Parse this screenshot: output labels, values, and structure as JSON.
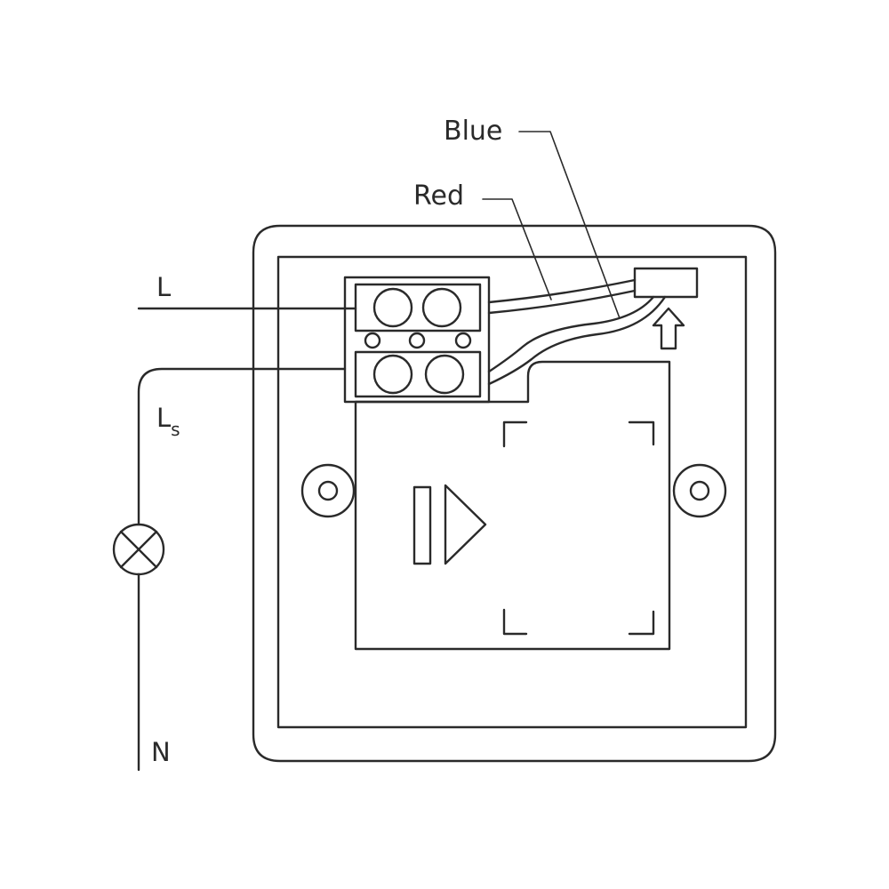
{
  "labels": {
    "blue": "Blue",
    "red": "Red",
    "live": "L",
    "switched_live_main": "L",
    "switched_live_sub": "s",
    "neutral": "N"
  },
  "colors": {
    "stroke": "#2a2a2a",
    "background": "#ffffff"
  },
  "icons": {
    "lamp": "lamp-cross-icon",
    "arrow": "arrow-up-icon",
    "knob": "play-indicator-icon"
  }
}
